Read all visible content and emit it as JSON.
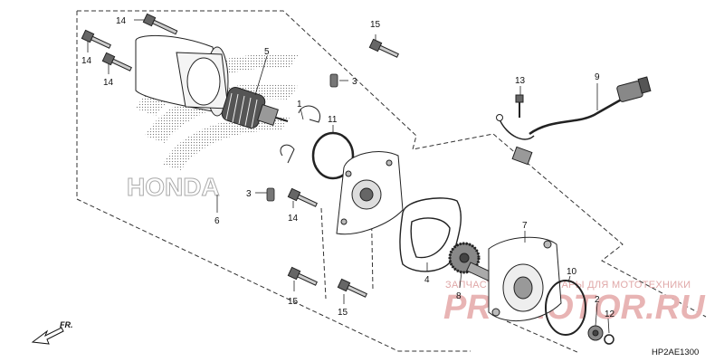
{
  "diagram": {
    "code": "HP2AE1300",
    "direction_label": "FR.",
    "brand_outline": "HONDA",
    "callouts": {
      "c14a": "14",
      "c14b": "14",
      "c14c": "14",
      "c14d": "14",
      "c15a": "15",
      "c15b": "15",
      "c15c": "15",
      "c5": "5",
      "c3a": "3",
      "c3b": "3",
      "c1": "1",
      "c11": "11",
      "c6": "6",
      "c13": "13",
      "c9": "9",
      "c4": "4",
      "c7": "7",
      "c8": "8",
      "c10": "10",
      "c2": "2",
      "c12": "12"
    }
  },
  "watermark": {
    "tagline": "ЗАПЧАСТИ И АКСЕССУАРЫ ДЛЯ МОТОТЕХНИКИ",
    "brand": "PROMOTOR.RU"
  }
}
